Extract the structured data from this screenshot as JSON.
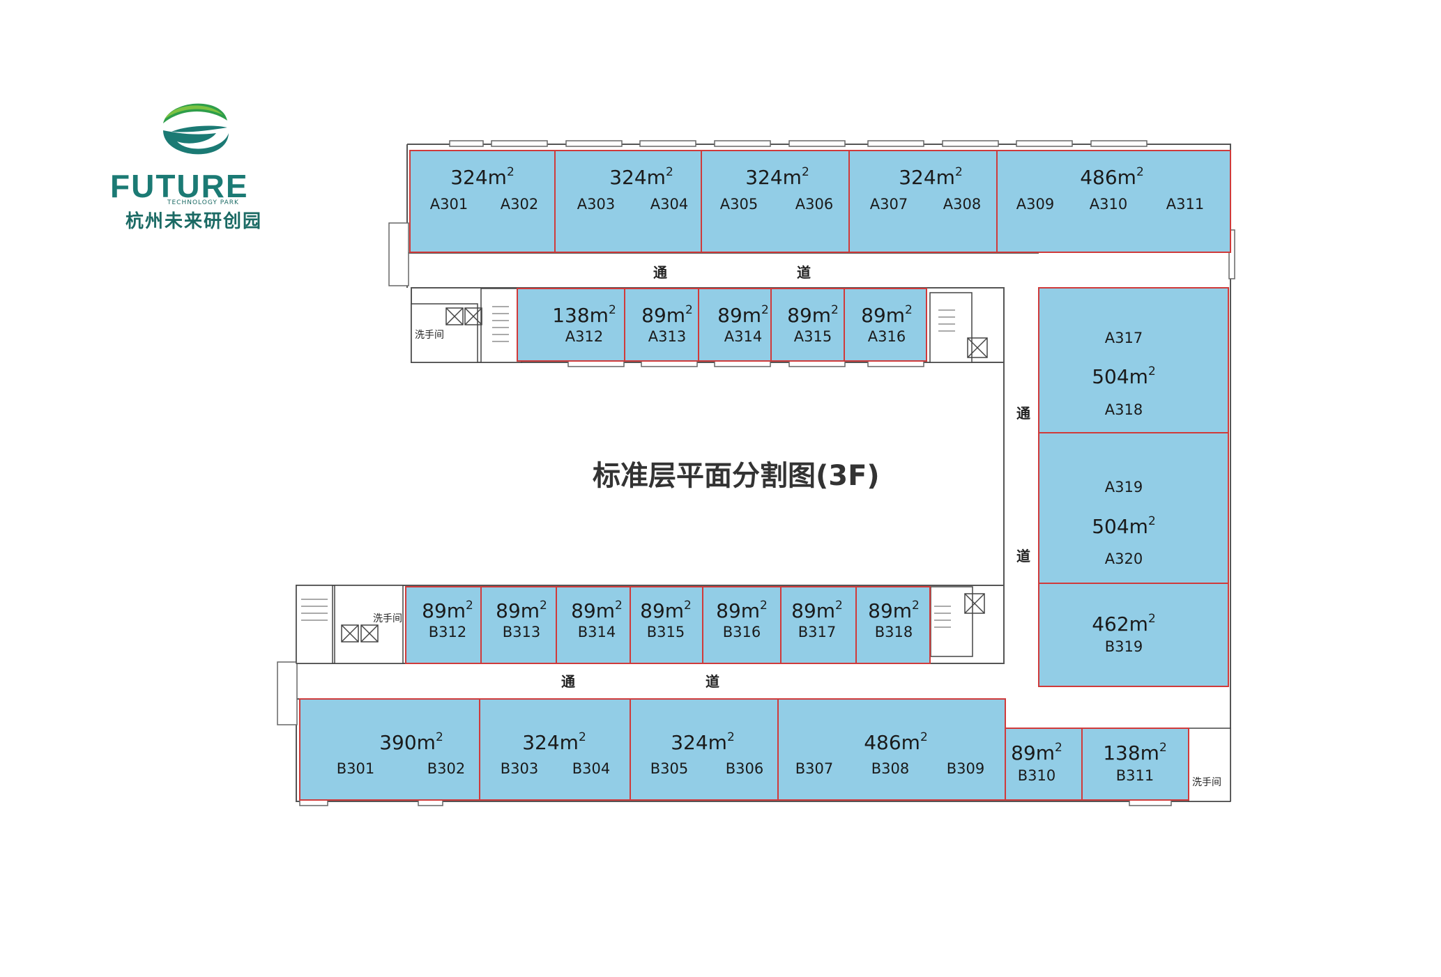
{
  "logo": {
    "brand": "FUTURE",
    "tagline": "TECHNOLOGY PARK",
    "name_cn": "杭州未来研创园",
    "colors": {
      "green": "#2e9e4a",
      "teal": "#1b7a74",
      "light_green": "#7cc242"
    }
  },
  "title": "标准层平面分割图(3F)",
  "corridor": {
    "chars": [
      "通",
      "道"
    ]
  },
  "restroom_label": "洗手间",
  "colors": {
    "unit_fill": "#92cde6",
    "unit_border": "#d03a3a",
    "wall": "#555555",
    "text": "#1a1a1a"
  },
  "units": [
    {
      "area": "324m",
      "sup": "2",
      "labels": [
        "A301",
        "A302"
      ]
    },
    {
      "area": "324m",
      "sup": "2",
      "labels": [
        "A303",
        "A304"
      ]
    },
    {
      "area": "324m",
      "sup": "2",
      "labels": [
        "A305",
        "A306"
      ]
    },
    {
      "area": "324m",
      "sup": "2",
      "labels": [
        "A307",
        "A308"
      ]
    },
    {
      "area": "486m",
      "sup": "2",
      "labels": [
        "A309",
        "A310",
        "A311"
      ]
    },
    {
      "area": "138m",
      "sup": "2",
      "labels": [
        "A312"
      ]
    },
    {
      "area": "89m",
      "sup": "2",
      "labels": [
        "A313"
      ]
    },
    {
      "area": "89m",
      "sup": "2",
      "labels": [
        "A314"
      ]
    },
    {
      "area": "89m",
      "sup": "2",
      "labels": [
        "A315"
      ]
    },
    {
      "area": "89m",
      "sup": "2",
      "labels": [
        "A316"
      ]
    },
    {
      "area": "504m",
      "sup": "2",
      "labels": [
        "A317",
        "A318"
      ]
    },
    {
      "area": "504m",
      "sup": "2",
      "labels": [
        "A319",
        "A320"
      ]
    },
    {
      "area": "462m",
      "sup": "2",
      "labels": [
        "B319"
      ]
    },
    {
      "area": "89m",
      "sup": "2",
      "labels": [
        "B312"
      ]
    },
    {
      "area": "89m",
      "sup": "2",
      "labels": [
        "B313"
      ]
    },
    {
      "area": "89m",
      "sup": "2",
      "labels": [
        "B314"
      ]
    },
    {
      "area": "89m",
      "sup": "2",
      "labels": [
        "B315"
      ]
    },
    {
      "area": "89m",
      "sup": "2",
      "labels": [
        "B316"
      ]
    },
    {
      "area": "89m",
      "sup": "2",
      "labels": [
        "B317"
      ]
    },
    {
      "area": "89m",
      "sup": "2",
      "labels": [
        "B318"
      ]
    },
    {
      "area": "390m",
      "sup": "2",
      "labels": [
        "B301",
        "B302"
      ]
    },
    {
      "area": "324m",
      "sup": "2",
      "labels": [
        "B303",
        "B304"
      ]
    },
    {
      "area": "324m",
      "sup": "2",
      "labels": [
        "B305",
        "B306"
      ]
    },
    {
      "area": "486m",
      "sup": "2",
      "labels": [
        "B307",
        "B308",
        "B309"
      ]
    },
    {
      "area": "89m",
      "sup": "2",
      "labels": [
        "B310"
      ]
    },
    {
      "area": "138m",
      "sup": "2",
      "labels": [
        "B311"
      ]
    }
  ]
}
